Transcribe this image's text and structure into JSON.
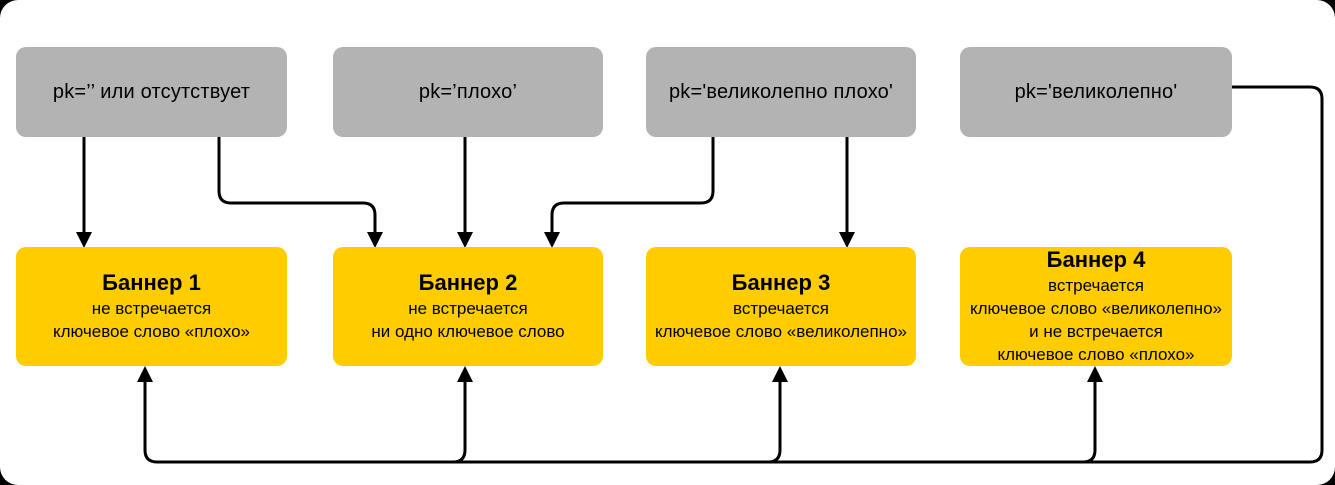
{
  "diagram": {
    "colors": {
      "condition_fill": "#b3b3b3",
      "banner_fill": "#ffcc00",
      "connector": "#000000",
      "text": "#000000",
      "background": "#ffffff"
    },
    "conditions": [
      {
        "id": "pk-empty",
        "label": "pk=’’ или отсутствует"
      },
      {
        "id": "pk-bad",
        "label": "pk=’плохо’"
      },
      {
        "id": "pk-great-bad",
        "label": "pk='великолепно плохо'"
      },
      {
        "id": "pk-great",
        "label": "pk='великолепно'"
      }
    ],
    "banners": [
      {
        "id": "banner-1",
        "title": "Баннер 1",
        "lines": [
          "не встречается",
          "ключевое слово «плохо»"
        ]
      },
      {
        "id": "banner-2",
        "title": "Баннер 2",
        "lines": [
          "не встречается",
          "ни одно ключевое слово"
        ]
      },
      {
        "id": "banner-3",
        "title": "Баннер 3",
        "lines": [
          "встречается",
          "ключевое слово «великолепно»"
        ]
      },
      {
        "id": "banner-4",
        "title": "Баннер 4",
        "lines": [
          "встречается",
          "ключевое слово «великолепно»",
          "и не встречается",
          "ключевое слово «плохо»"
        ]
      }
    ],
    "edges": [
      {
        "from": "pk-empty",
        "to": "banner-1"
      },
      {
        "from": "pk-empty",
        "to": "banner-2"
      },
      {
        "from": "pk-bad",
        "to": "banner-2"
      },
      {
        "from": "pk-great-bad",
        "to": "banner-2"
      },
      {
        "from": "pk-great-bad",
        "to": "banner-3"
      },
      {
        "from": "pk-great",
        "to": "banner-1"
      },
      {
        "from": "pk-great",
        "to": "banner-2"
      },
      {
        "from": "pk-great",
        "to": "banner-3"
      },
      {
        "from": "pk-great",
        "to": "banner-4"
      }
    ]
  }
}
